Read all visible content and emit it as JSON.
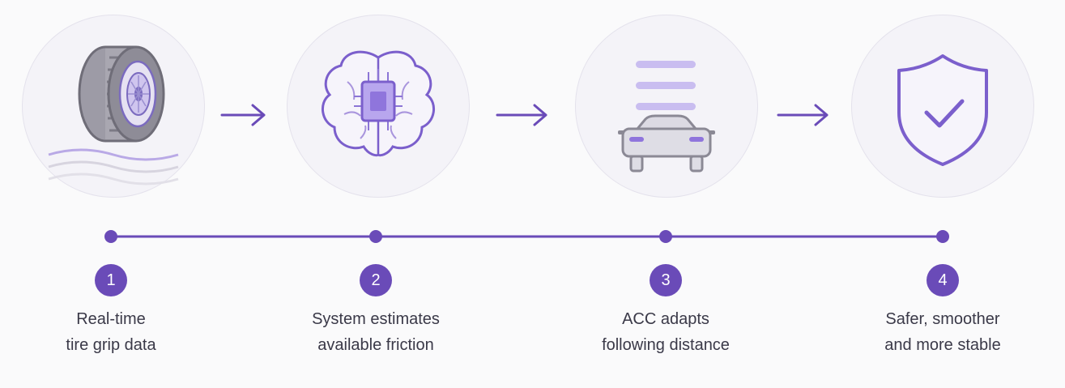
{
  "steps": [
    {
      "number": "1",
      "line1": "Real-time",
      "line2": "tire grip data",
      "icon": "tire-icon"
    },
    {
      "number": "2",
      "line1": "System estimates",
      "line2": "available friction",
      "icon": "brain-chip-icon"
    },
    {
      "number": "3",
      "line1": "ACC adapts",
      "line2": "following distance",
      "icon": "car-distance-icon"
    },
    {
      "number": "4",
      "line1": "Safer, smoother",
      "line2": "and more stable",
      "icon": "shield-check-icon"
    }
  ],
  "colors": {
    "accent": "#6a4bb8",
    "circle_bg": "#f4f3f8",
    "text": "#3a3948"
  }
}
